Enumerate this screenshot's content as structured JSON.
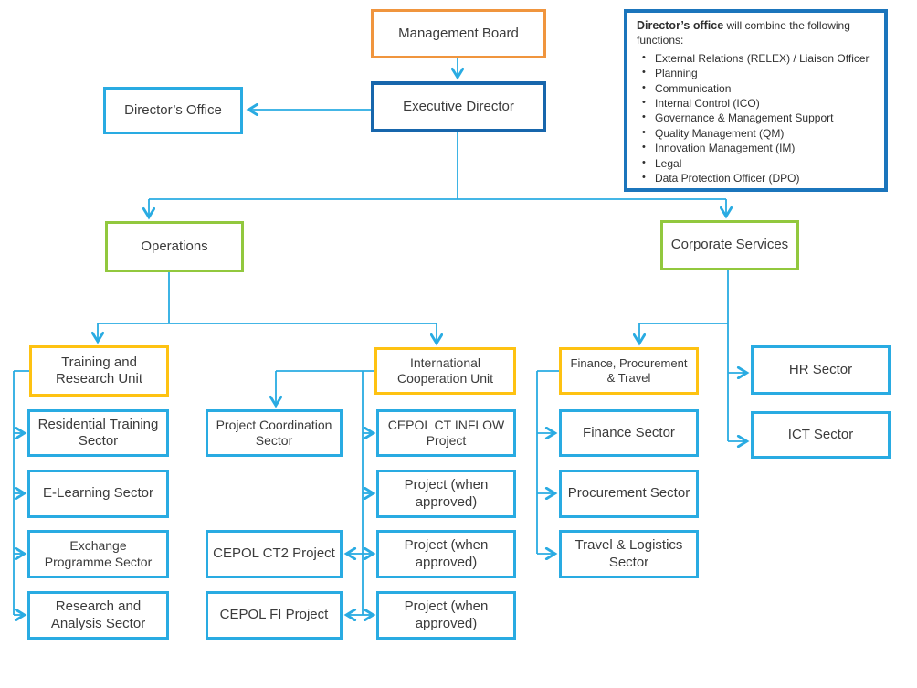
{
  "nodes": {
    "management_board": "Management Board",
    "executive_director": "Executive Director",
    "directors_office": "Director’s Office",
    "operations": "Operations",
    "corporate_services": "Corporate Services",
    "training_research_unit": "Training and Research Unit",
    "intl_cooperation_unit": "International Cooperation Unit",
    "finance_procurement_travel": "Finance, Procurement & Travel",
    "hr_sector": "HR Sector",
    "ict_sector": "ICT Sector",
    "residential_training_sector": "Residential Training Sector",
    "elearning_sector": "E-Learning Sector",
    "exchange_programme_sector": "Exchange Programme Sector",
    "research_analysis_sector": "Research and Analysis Sector",
    "project_coordination_sector": "Project Coordination Sector",
    "cepol_ct2_project": "CEPOL CT2 Project",
    "cepol_fi_project": "CEPOL FI Project",
    "cepol_ct_inflow_project": "CEPOL CT INFLOW Project",
    "project_when_approved_1": "Project (when approved)",
    "project_when_approved_2": "Project (when approved)",
    "project_when_approved_3": "Project (when approved)",
    "finance_sector": "Finance Sector",
    "procurement_sector": "Procurement Sector",
    "travel_logistics_sector": "Travel & Logistics Sector"
  },
  "info_box": {
    "heading_bold": "Director’s office",
    "heading_rest": " will combine the following functions:",
    "items": [
      "External Relations (RELEX) / Liaison Officer",
      "Planning",
      "Communication",
      "Internal Control (ICO)",
      "Governance & Management Support",
      "Quality Management (QM)",
      "Innovation Management (IM)",
      "Legal",
      "Data Protection Officer (DPO)"
    ]
  },
  "colors": {
    "connector_blue": "#29ABE2",
    "box_light_blue": "#29ABE2",
    "box_dark_blue": "#1766AC",
    "info_border_blue": "#1B75BC",
    "box_orange": "#F0953E",
    "box_green": "#92C83E",
    "box_yellow": "#FEC212",
    "text": "#3b3b3b"
  }
}
